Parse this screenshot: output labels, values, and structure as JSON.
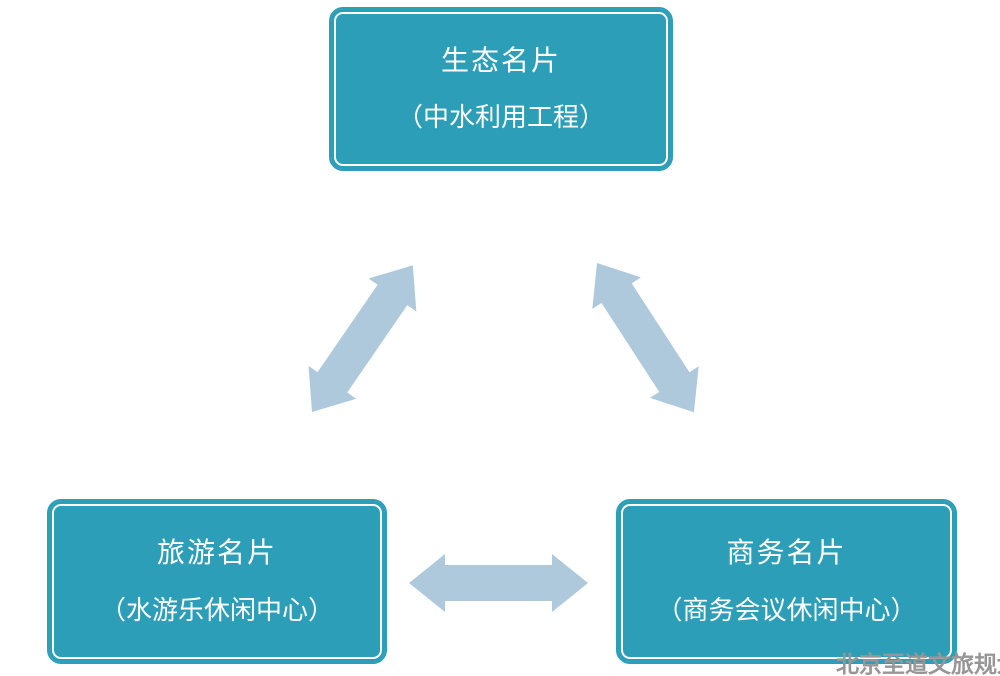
{
  "diagram": {
    "nodes": [
      {
        "id": "eco",
        "title": "生态名片",
        "subtitle": "（中水利用工程）"
      },
      {
        "id": "tourism",
        "title": "旅游名片",
        "subtitle": "（水游乐休闲中心）"
      },
      {
        "id": "business",
        "title": "商务名片",
        "subtitle": "（商务会议休闲中心）"
      }
    ],
    "connections": [
      {
        "from": "tourism",
        "to": "eco",
        "style": "double-headed-arrow"
      },
      {
        "from": "eco",
        "to": "business",
        "style": "double-headed-arrow"
      },
      {
        "from": "tourism",
        "to": "business",
        "style": "double-headed-arrow"
      }
    ],
    "colors": {
      "node_fill": "#2d9eb8",
      "node_inner_line": "#ffffff",
      "node_text": "#ffffff",
      "arrow": "#aec9dc",
      "watermark_text": "#969696",
      "background": "#ffffff"
    },
    "watermark": "北京至道文旅规划"
  }
}
